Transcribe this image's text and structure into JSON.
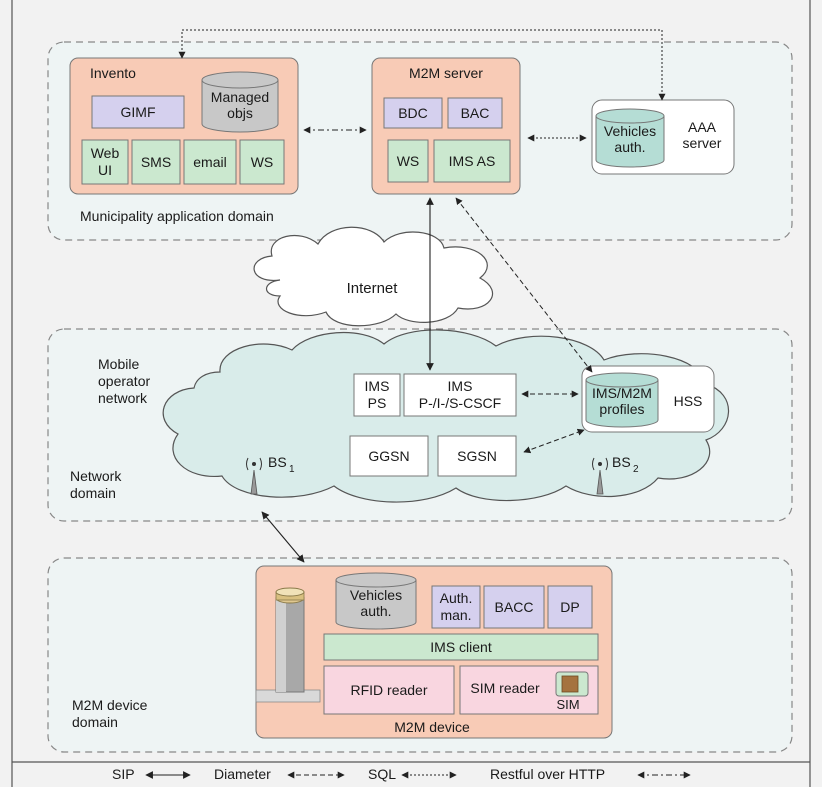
{
  "domains": {
    "municipality": "Municipality application domain",
    "network_line1": "Network",
    "network_line2": "domain",
    "device_line1": "M2M device",
    "device_line2": "domain",
    "operator_line1": "Mobile",
    "operator_line2": "operator",
    "operator_line3": "network"
  },
  "invento": {
    "title": "Invento",
    "gimf": "GIMF",
    "managed_line1": "Managed",
    "managed_line2": "objs",
    "webui_line1": "Web",
    "webui_line2": "UI",
    "sms": "SMS",
    "email": "email",
    "ws": "WS"
  },
  "m2m_server": {
    "title": "M2M server",
    "bdc": "BDC",
    "bac": "BAC",
    "ws": "WS",
    "ims_as": "IMS AS"
  },
  "aaa": {
    "vehicles_line1": "Vehicles",
    "vehicles_line2": "auth.",
    "aaa_line1": "AAA",
    "aaa_line2": "server"
  },
  "internet": "Internet",
  "network": {
    "ims_ps_line1": "IMS",
    "ims_ps_line2": "PS",
    "cscf_line1": "IMS",
    "cscf_line2": "P-/I-/S-CSCF",
    "hss_db_line1": "IMS/M2M",
    "hss_db_line2": "profiles",
    "hss": "HSS",
    "ggsn": "GGSN",
    "sgsn": "SGSN",
    "bs1": "BS",
    "bs1_sub": "1",
    "bs2": "BS",
    "bs2_sub": "2"
  },
  "device": {
    "vehicles_line1": "Vehicles",
    "vehicles_line2": "auth.",
    "authman_line1": "Auth.",
    "authman_line2": "man.",
    "bacc": "BACC",
    "dp": "DP",
    "ims_client": "IMS client",
    "rfid": "RFID reader",
    "sim_reader": "SIM reader",
    "sim": "SIM",
    "title": "M2M device"
  },
  "legend": {
    "sip": "SIP",
    "diameter": "Diameter",
    "sql": "SQL",
    "restful": "Restful over HTTP"
  },
  "colors": {
    "salmon": "#f8cbb6",
    "lavender": "#d5d0ee",
    "green": "#cbe8cf",
    "pink": "#f9d6e0",
    "db_gray": "#c8c8c8",
    "db_teal": "#b5ddd5",
    "cloud_teal": "#d9ecea",
    "cloud_white": "#ffffff"
  }
}
